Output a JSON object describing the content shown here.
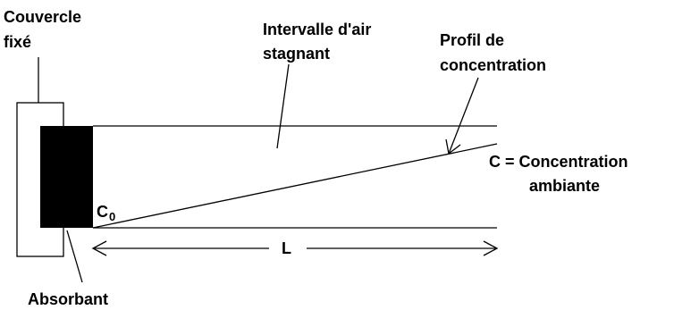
{
  "labels": {
    "cover_line1": "Couvercle",
    "cover_line2": "fixé",
    "air_gap_line1": "Intervalle d'air",
    "air_gap_line2": "stagnant",
    "profile_line1": "Profil de",
    "profile_line2": "concentration",
    "c_ambient_line1": "C =  Concentration",
    "c_ambient_line2": "ambiante",
    "c0_main": "C",
    "c0_sub": "0",
    "length": "L",
    "absorbent": "Absorbant"
  },
  "colors": {
    "stroke": "#000000",
    "absorbent_fill": "#000000",
    "background": "#ffffff"
  }
}
